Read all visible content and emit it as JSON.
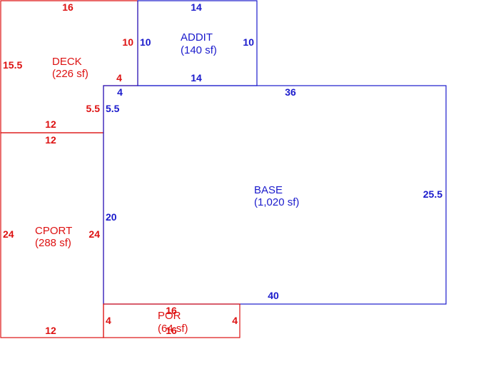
{
  "colors": {
    "blue": "#1a1acc",
    "red": "#dd1111"
  },
  "areas": {
    "base": {
      "name": "BASE",
      "area": "(1,020 sf)",
      "color": "blue"
    },
    "addit": {
      "name": "ADDIT",
      "area": "(140 sf)",
      "color": "blue"
    },
    "deck": {
      "name": "DECK",
      "area": "(226 sf)",
      "color": "red"
    },
    "cport": {
      "name": "CPORT",
      "area": "(288 sf)",
      "color": "red"
    },
    "por": {
      "name": "POR",
      "area": "(64 sf)",
      "color": "red"
    }
  },
  "dimensions": {
    "base": {
      "top": "36",
      "right": "25.5",
      "bottom": "40",
      "left": "20",
      "left_upper": "5.5",
      "top_left": "4"
    },
    "addit": {
      "top": "14",
      "bottom": "14",
      "left": "10",
      "right": "10"
    },
    "deck": {
      "top": "16",
      "right_upper": "10",
      "right_lower": "4",
      "inner_right": "5.5",
      "left": "15.5",
      "bottom": "12"
    },
    "cport": {
      "top": "12",
      "bottom": "12",
      "left": "24",
      "right": "24"
    },
    "por": {
      "top": "16",
      "bottom": "16",
      "left": "4",
      "right": "4"
    }
  }
}
